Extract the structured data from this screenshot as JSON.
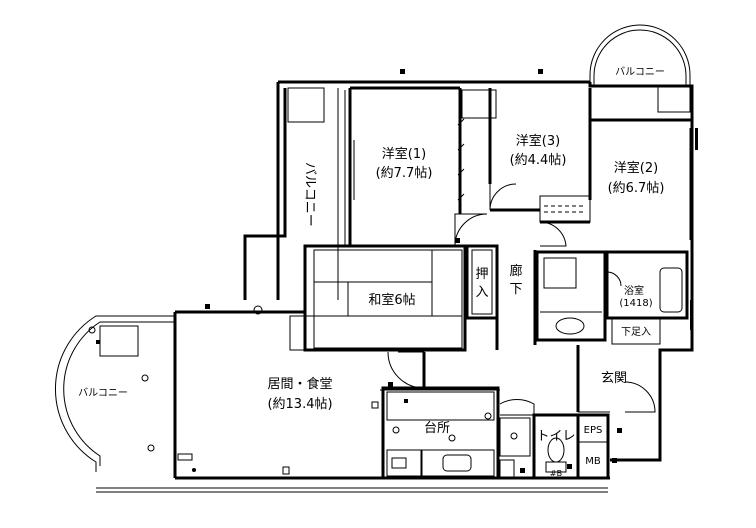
{
  "rooms": {
    "western1": {
      "name": "洋室(1)",
      "size": "(約7.7帖)"
    },
    "western3": {
      "name": "洋室(3)",
      "size": "(約4.4帖)"
    },
    "western2": {
      "name": "洋室(2)",
      "size": "(約6.7帖)"
    },
    "japanese": {
      "name": "和室6帖"
    },
    "closet": {
      "line1": "押",
      "line2": "入"
    },
    "corridor": {
      "line1": "廊",
      "line2": "下"
    },
    "bath": {
      "name": "浴室",
      "size": "(1418)"
    },
    "shoe_cabinet": "下足入",
    "entrance": "玄関",
    "living": {
      "name": "居間・食堂",
      "size": "(約13.4帖)"
    },
    "kitchen": "台所",
    "toilet": "トイレ",
    "eps": "EPS",
    "mb": "MB",
    "pipe": "#B"
  },
  "balconies": {
    "top_right": "バルコニー",
    "middle": "バルコニー",
    "left": "バルコニー"
  }
}
